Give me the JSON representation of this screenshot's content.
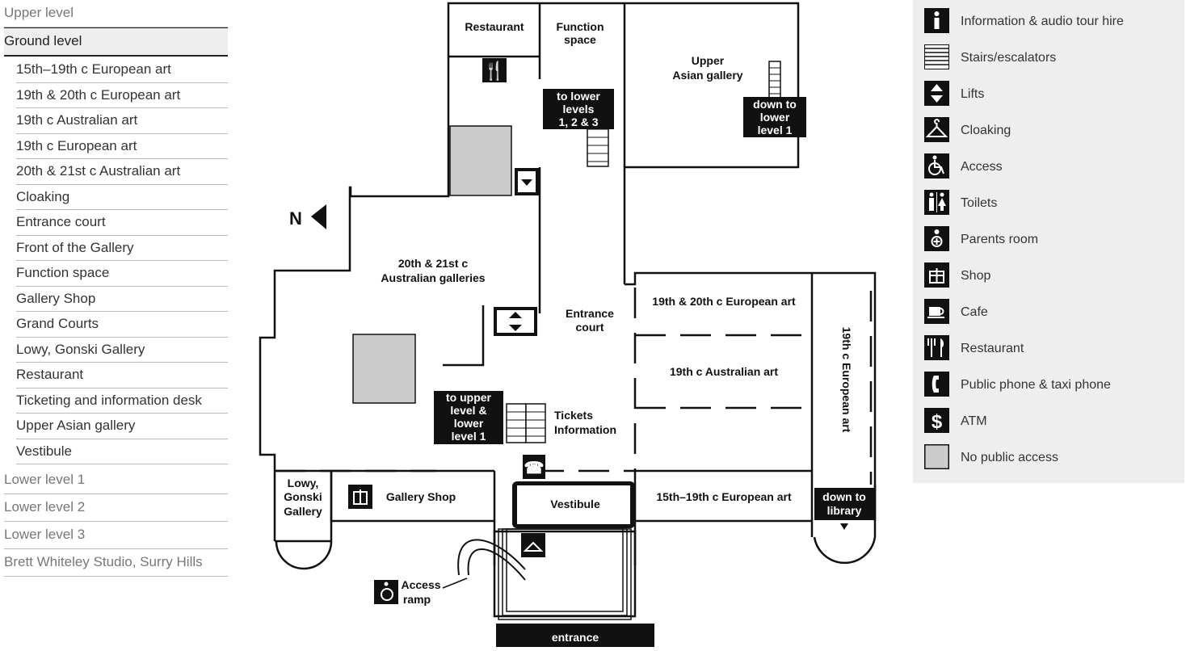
{
  "sidebar": {
    "upper_level": "Upper level",
    "ground_level": "Ground level",
    "ground_items": [
      "15th–19th c European art",
      "19th & 20th c European art",
      "19th c Australian art",
      "19th c European art",
      "20th & 21st c Australian art",
      "Cloaking",
      "Entrance court",
      "Front of the Gallery",
      "Function space",
      "Gallery Shop",
      "Grand Courts",
      "Lowy, Gonski Gallery",
      "Restaurant",
      "Ticketing and information desk",
      "Upper Asian gallery",
      "Vestibule"
    ],
    "lower_level_1": "Lower level 1",
    "lower_level_2": "Lower level 2",
    "lower_level_3": "Lower level 3",
    "brett": "Brett Whiteley Studio, Surry Hills"
  },
  "map": {
    "restaurant": "Restaurant",
    "function_1": "Function",
    "function_2": "space",
    "upper_asian_1": "Upper",
    "upper_asian_2": "Asian gallery",
    "to_lower_1": "to lower",
    "to_lower_2": "levels",
    "to_lower_3": "1, 2 & 3",
    "down_lower_1": "down to",
    "down_lower_2": "lower",
    "down_lower_3": "level 1",
    "north": "N",
    "aus_gal_1": "20th & 21st c",
    "aus_gal_2": "Australian galleries",
    "entrance_court_1": "Entrance",
    "entrance_court_2": "court",
    "euro_1920": "19th & 20th c European art",
    "aus_19": "19th c Australian art",
    "euro_19": "19th c European art",
    "to_upper_1": "to upper",
    "to_upper_2": "level &",
    "to_upper_3": "lower",
    "to_upper_4": "level 1",
    "tickets_1": "Tickets",
    "tickets_2": "Information",
    "lowy_1": "Lowy,",
    "lowy_2": "Gonski",
    "lowy_3": "Gallery",
    "gallery_shop": "Gallery Shop",
    "vestibule": "Vestibule",
    "euro_1519": "15th–19th c European art",
    "down_library_1": "down to",
    "down_library_2": "library",
    "access_1": "Access",
    "access_2": "ramp",
    "entrance": "entrance"
  },
  "legend": [
    {
      "icon": "info-icon",
      "label": "Information & audio tour hire"
    },
    {
      "icon": "stairs-icon",
      "label": "Stairs/escalators"
    },
    {
      "icon": "lift-icon",
      "label": "Lifts"
    },
    {
      "icon": "cloaking-icon",
      "label": "Cloaking"
    },
    {
      "icon": "access-icon",
      "label": "Access"
    },
    {
      "icon": "toilets-icon",
      "label": "Toilets"
    },
    {
      "icon": "parents-room-icon",
      "label": "Parents room"
    },
    {
      "icon": "shop-icon",
      "label": "Shop"
    },
    {
      "icon": "cafe-icon",
      "label": "Cafe"
    },
    {
      "icon": "restaurant-icon",
      "label": "Restaurant"
    },
    {
      "icon": "phone-icon",
      "label": "Public phone & taxi phone"
    },
    {
      "icon": "atm-icon",
      "label": "ATM"
    },
    {
      "icon": "no-access-icon",
      "label": "No public access"
    }
  ],
  "colors": {
    "black": "#111111",
    "no_access": "#cccccc",
    "legend_bg": "#eeeeee"
  }
}
